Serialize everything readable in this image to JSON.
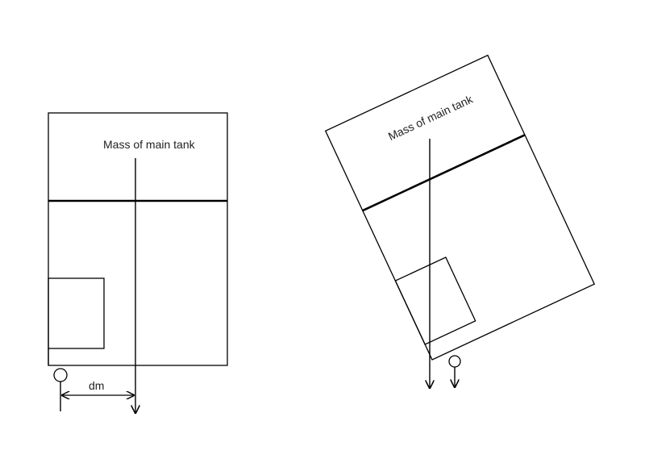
{
  "upright_tank": {
    "mass_label": "Mass of main tank",
    "distance_label": "dm"
  },
  "tilted_tank": {
    "mass_label": "Mass of main tank",
    "tilt_degrees": -25
  },
  "colors": {
    "stroke": "#000000",
    "background": "#ffffff",
    "label": "#222222"
  }
}
